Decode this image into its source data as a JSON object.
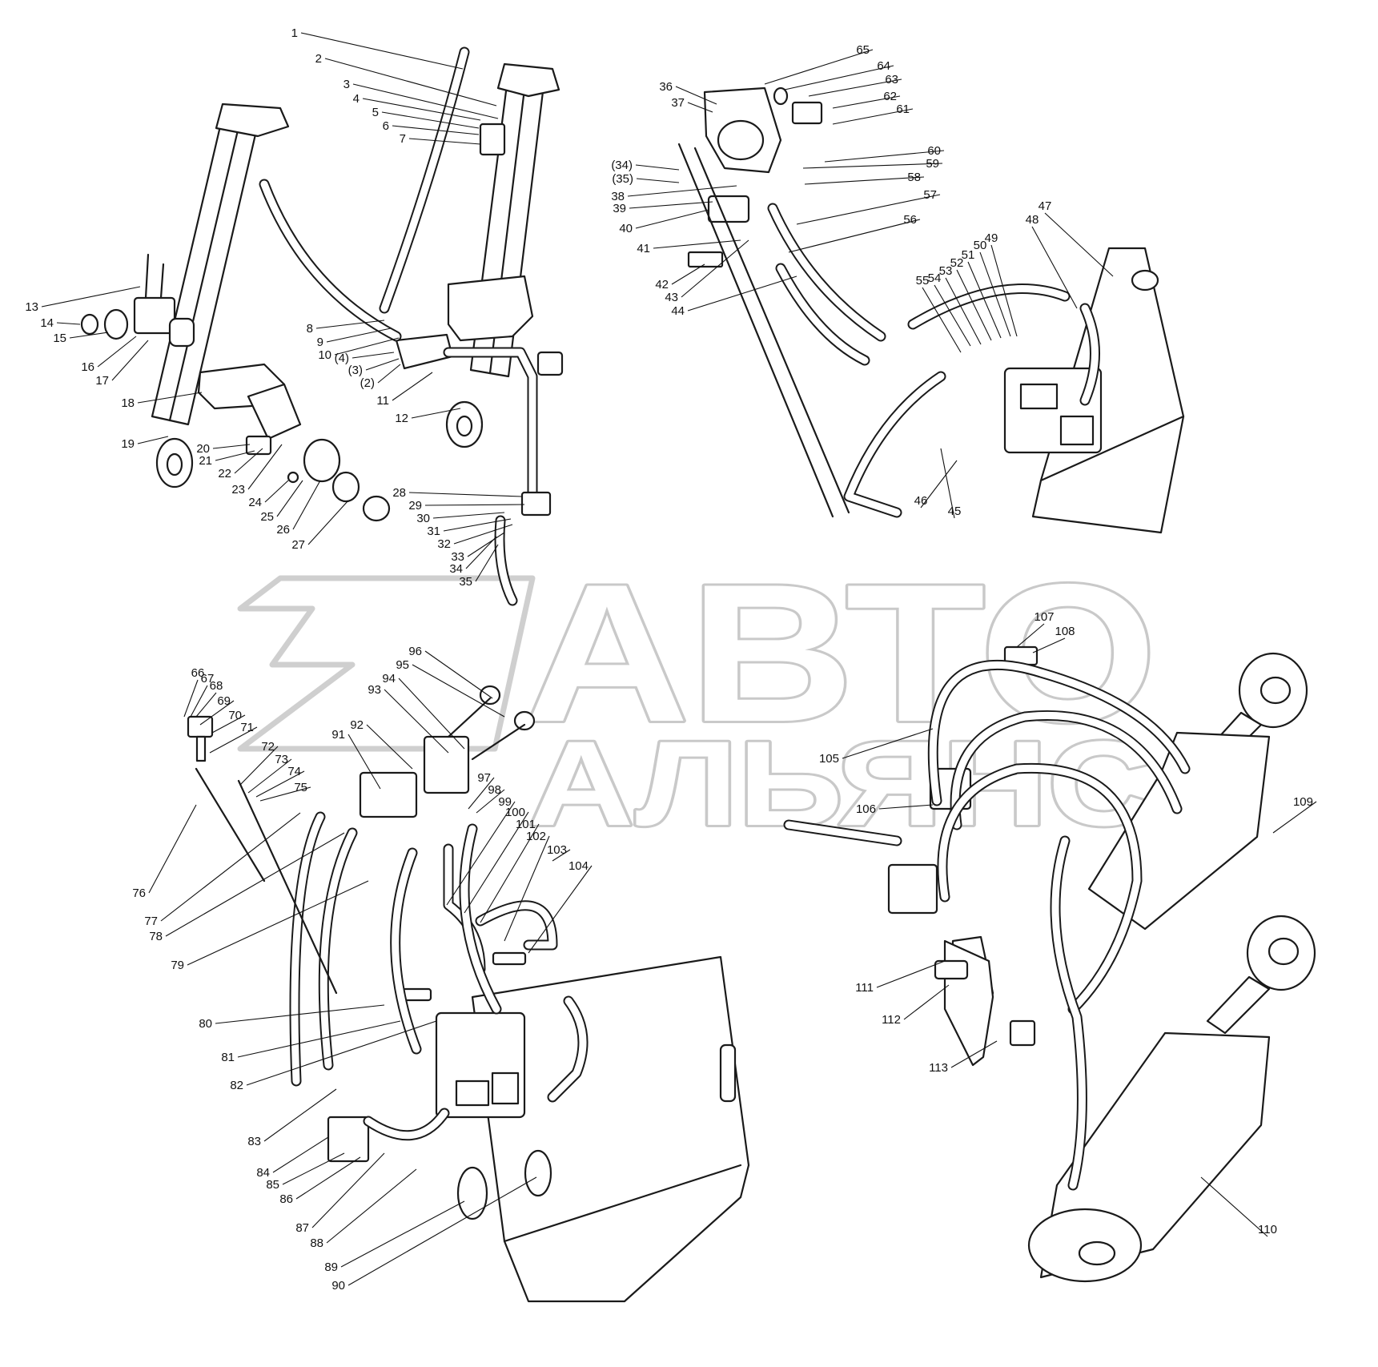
{
  "diagram": {
    "watermark": {
      "line1": "АВТО",
      "line2": "АЛЬЯНС"
    },
    "groups": [
      {
        "id": "lift-cylinders",
        "labels": [
          "1",
          "2",
          "3",
          "4",
          "5",
          "6",
          "7",
          "8",
          "9",
          "10",
          "(4)",
          "(3)",
          "(2)",
          "11",
          "12",
          "13",
          "14",
          "15",
          "16",
          "17",
          "18",
          "19",
          "20",
          "21",
          "22",
          "23",
          "24",
          "25",
          "26",
          "27",
          "28",
          "29",
          "30",
          "31",
          "32",
          "33",
          "34",
          "35"
        ]
      },
      {
        "id": "valve-block",
        "labels": [
          "36",
          "37",
          "(34)",
          "(35)",
          "38",
          "39",
          "40",
          "41",
          "42",
          "43",
          "44",
          "45",
          "46",
          "47",
          "48",
          "49",
          "50",
          "51",
          "52",
          "53",
          "54",
          "55",
          "56",
          "57",
          "58",
          "59",
          "60",
          "61",
          "62",
          "63",
          "64",
          "65"
        ]
      },
      {
        "id": "tank-and-lines",
        "labels": [
          "66",
          "67",
          "68",
          "69",
          "70",
          "71",
          "72",
          "73",
          "74",
          "75",
          "76",
          "77",
          "78",
          "79",
          "80",
          "81",
          "82",
          "83",
          "84",
          "85",
          "86",
          "87",
          "88",
          "89",
          "90",
          "91",
          "92",
          "93",
          "94",
          "95",
          "96",
          "97",
          "98",
          "99",
          "100",
          "101",
          "102",
          "103",
          "104"
        ]
      },
      {
        "id": "rear-cylinders",
        "labels": [
          "105",
          "106",
          "107",
          "108",
          "109",
          "110",
          "111",
          "112",
          "113"
        ]
      }
    ]
  }
}
